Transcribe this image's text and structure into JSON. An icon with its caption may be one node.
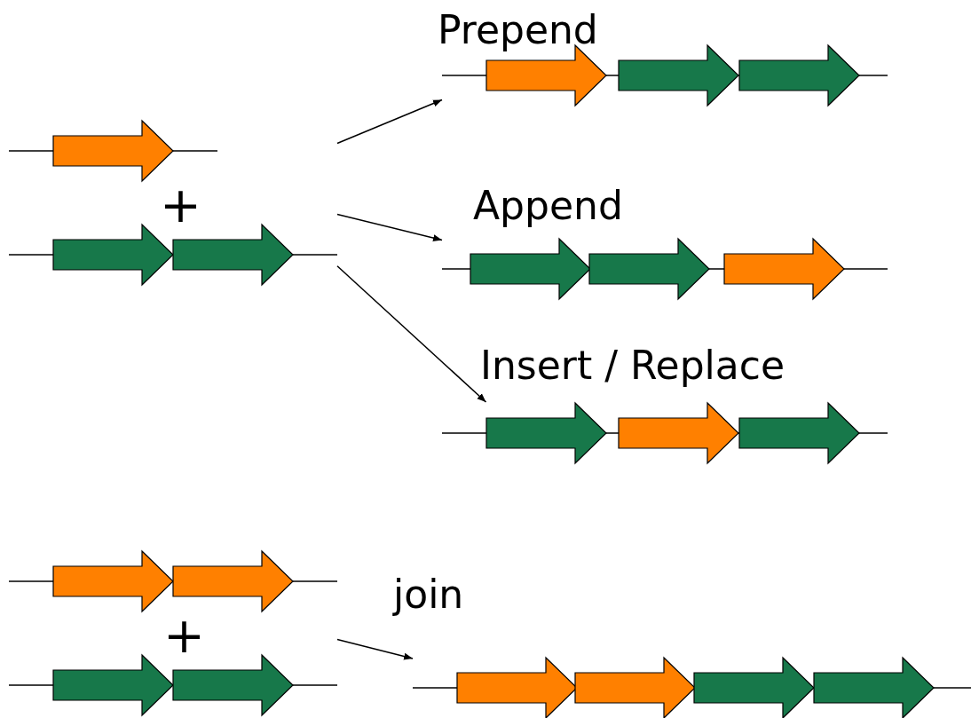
{
  "diagram": {
    "nodes": [
      {
        "text": [
          "+"
        ]
      },
      {
        "text": [],
        "shape": "picture",
        "beside": [
          "Prepend"
        ]
      },
      {
        "text": [],
        "shape": "picture",
        "beside": [
          "Append"
        ]
      },
      {
        "text": [],
        "shape": "picture",
        "beside": [
          "Insert / Replace"
        ]
      },
      {
        "text": [
          "+"
        ]
      },
      {
        "text": [],
        "shape": "picture",
        "beside": [
          "join"
        ]
      }
    ],
    "edges": [
      {
        "from": 0,
        "to": 1,
        "arrow": "to"
      },
      {
        "from": 0,
        "to": 2,
        "arrow": "to"
      },
      {
        "from": 0,
        "to": 3,
        "arrow": "to"
      },
      {
        "from": 4,
        "to": 5,
        "arrow": "to"
      }
    ]
  }
}
